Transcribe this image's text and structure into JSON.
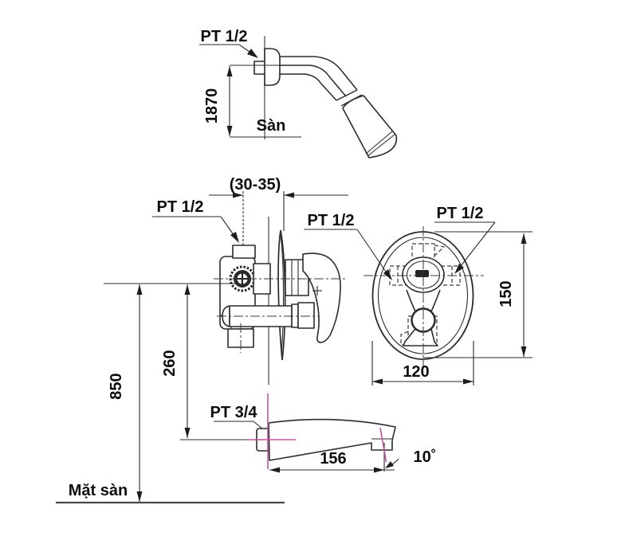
{
  "drawing": {
    "type": "shower-mixer-installation-diagram",
    "labels": {
      "pt_half_shower": "PT 1/2",
      "pt_half_valve": "PT 1/2",
      "pt_half_front_a": "PT 1/2",
      "pt_half_front_b": "PT 1/2",
      "pt_three_quarter_spout": "PT 3/4",
      "floor_upper": "Sàn",
      "floor_lower": "Mặt sàn"
    },
    "dimensions": {
      "shower_height": "1870",
      "wall_depth_range": "(30-35)",
      "plate_height": "150",
      "plate_width": "120",
      "valve_to_spout": "260",
      "valve_height": "850",
      "spout_length": "156",
      "spout_angle": "10˚"
    },
    "colors": {
      "line": "#2b2b2b",
      "wall": "#6a6a6a",
      "accent": "#c0549e",
      "background": "#ffffff",
      "text": "#0d0d0d"
    }
  }
}
